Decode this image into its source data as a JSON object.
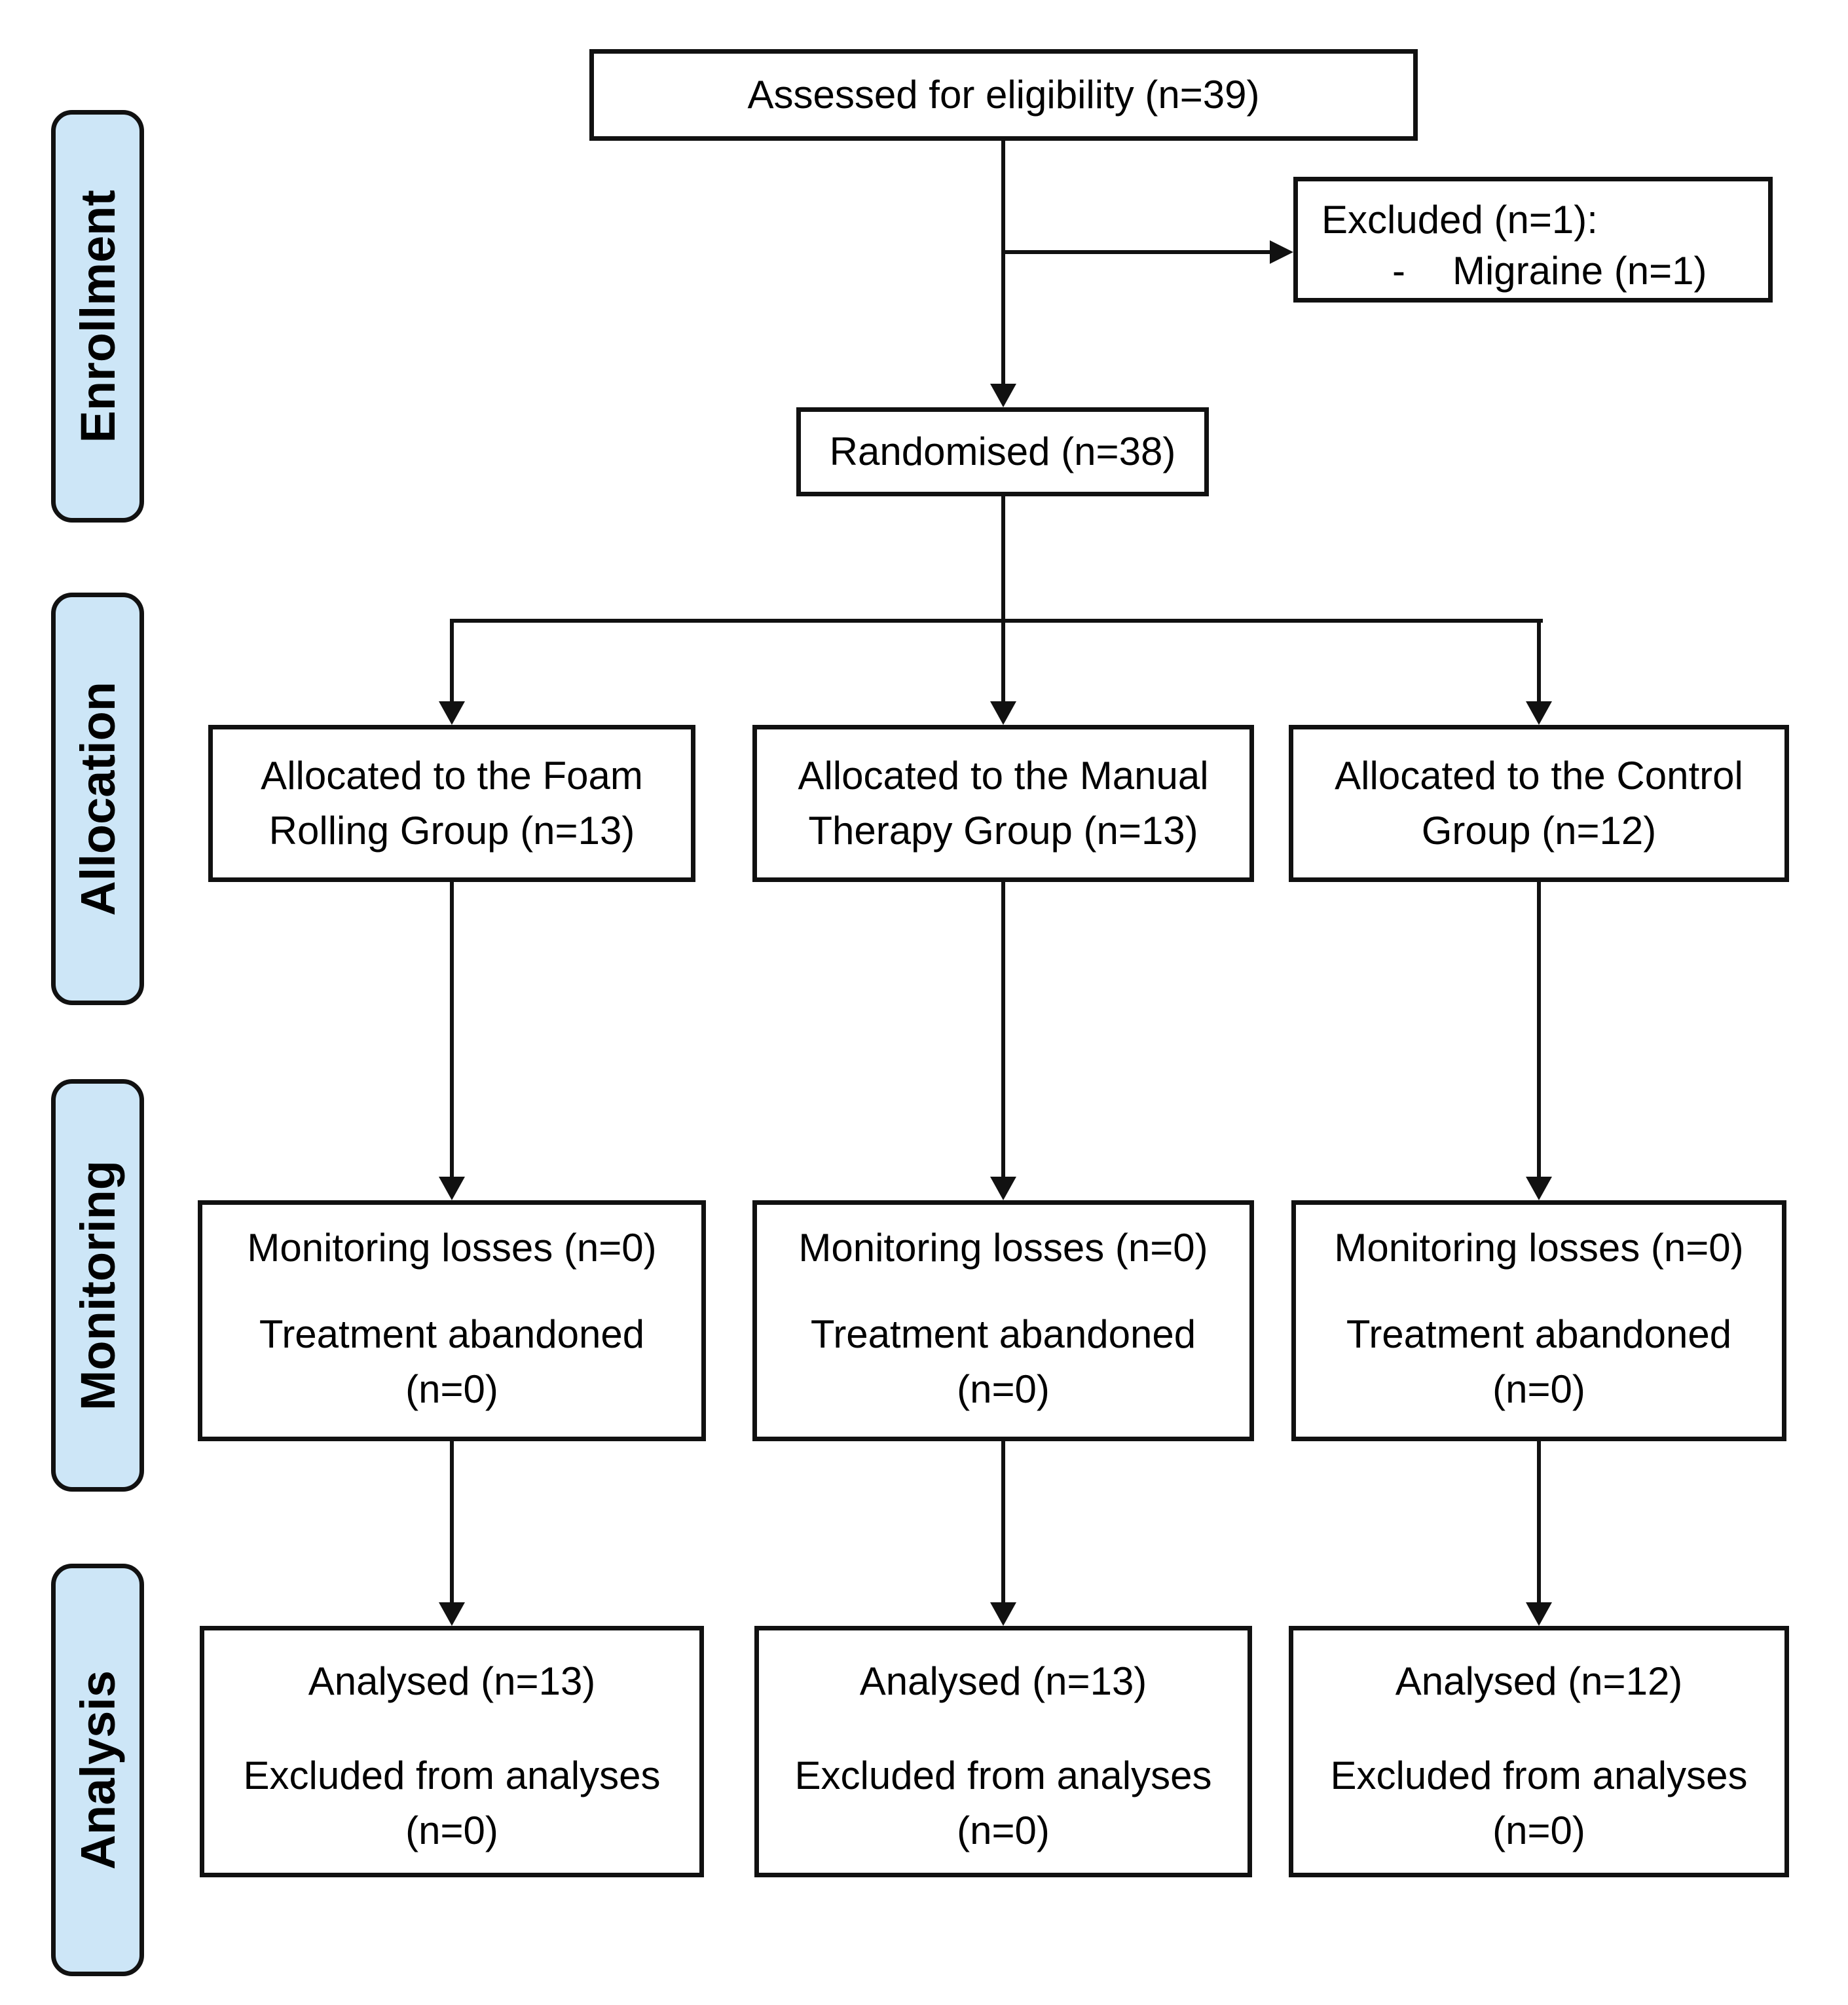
{
  "stages": [
    {
      "label": "Enrollment"
    },
    {
      "label": "Allocation"
    },
    {
      "label": "Monitoring"
    },
    {
      "label": "Analysis"
    }
  ],
  "enrollment": {
    "assessed": "Assessed for eligibility (n=39)",
    "randomised": "Randomised (n=38)",
    "excluded": {
      "title": "Excluded (n=1):",
      "bullet": "-",
      "reason": "Migraine (n=1)"
    }
  },
  "columns": [
    {
      "allocation": {
        "line1": "Allocated to the Foam",
        "line2": "Rolling Group (n=13)"
      },
      "monitoring": {
        "line1": "Monitoring losses (n=0)",
        "line2": "Treatment abandoned",
        "line3": "(n=0)"
      },
      "analysis": {
        "line1": "Analysed (n=13)",
        "line2": "Excluded from analyses",
        "line3": "(n=0)"
      }
    },
    {
      "allocation": {
        "line1": "Allocated to the Manual",
        "line2": "Therapy Group (n=13)"
      },
      "monitoring": {
        "line1": "Monitoring losses (n=0)",
        "line2": "Treatment abandoned",
        "line3": "(n=0)"
      },
      "analysis": {
        "line1": "Analysed (n=13)",
        "line2": "Excluded from analyses",
        "line3": "(n=0)"
      }
    },
    {
      "allocation": {
        "line1": "Allocated to the Control",
        "line2": "Group (n=12)"
      },
      "monitoring": {
        "line1": "Monitoring losses (n=0)",
        "line2": "Treatment abandoned",
        "line3": "(n=0)"
      },
      "analysis": {
        "line1": "Analysed (n=12)",
        "line2": "Excluded from analyses",
        "line3": "(n=0)"
      }
    }
  ],
  "colors": {
    "stage_fill": "#cde6f7",
    "line": "#111111",
    "box_bg": "#ffffff"
  }
}
